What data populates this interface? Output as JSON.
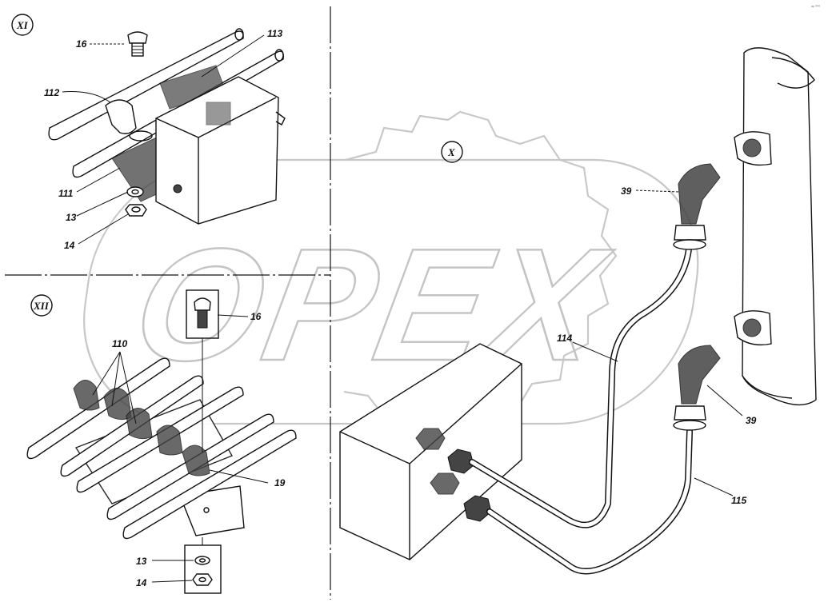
{
  "watermark": {
    "text": "OPEX"
  },
  "corner_mark": "ᵃᵖ ⁰⁰⁰",
  "views": {
    "xi": {
      "label": "XI"
    },
    "xii": {
      "label": "XII"
    },
    "x": {
      "label": "X"
    }
  },
  "callouts": {
    "xi_16": "16",
    "xi_112": "112",
    "xi_113": "113",
    "xi_111": "111",
    "xi_13": "13",
    "xi_14": "14",
    "xii_110": "110",
    "xii_16": "16",
    "xii_19": "19",
    "xii_13": "13",
    "xii_14": "14",
    "x_39_top": "39",
    "x_39_bottom": "39",
    "x_114": "114",
    "x_115": "115"
  }
}
